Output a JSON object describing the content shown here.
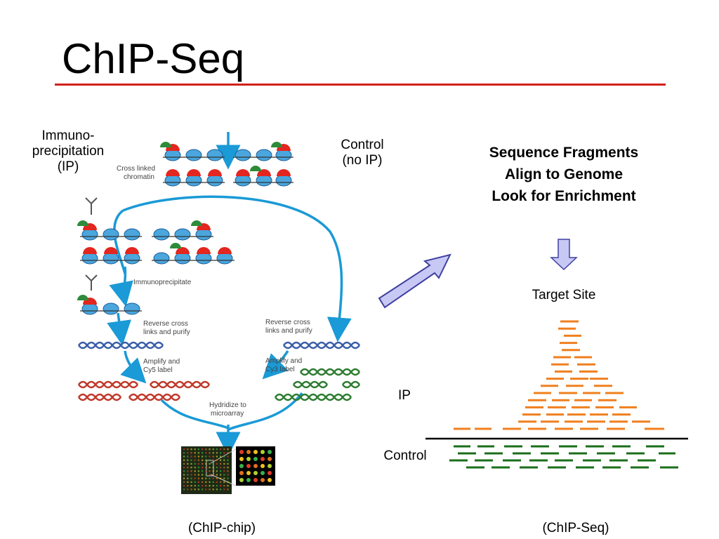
{
  "slide": {
    "title": "ChIP-Seq"
  },
  "left_diagram": {
    "ip_label_lines": [
      "Immuno-",
      "precipitation",
      "(IP)"
    ],
    "control_label_lines": [
      "Control",
      "(no IP)"
    ],
    "steps": {
      "cross_linked_lines": [
        "Cross linked",
        "chromatin"
      ],
      "immunoprecipitate": "Immunoprecipitate",
      "reverse_left_lines": [
        "Reverse cross",
        "links and purify"
      ],
      "reverse_right_lines": [
        "Reverse cross",
        "links and purify"
      ],
      "amplify_left_lines": [
        "Amplify and",
        "Cy5 label"
      ],
      "amplify_right_lines": [
        "Amplify and",
        "Cy3 label"
      ],
      "hybridize_lines": [
        "Hydridize to",
        "microarray"
      ]
    },
    "caption": "(ChIP-chip)"
  },
  "right_diagram": {
    "heading_lines": [
      "Sequence Fragments",
      "Align to Genome",
      "Look for Enrichment"
    ],
    "target_site": "Target Site",
    "ip_label": "IP",
    "control_label": "Control",
    "caption": "(ChIP-Seq)"
  },
  "colors": {
    "title_rule": "#d0201a",
    "flow_arrow": "#1a9ad6",
    "ip_fragments": "#f07f1e",
    "control_fragments": "#1a6e1a",
    "block_arrow_fill": "#c8c8f5",
    "block_arrow_stroke": "#4040a0",
    "cy5_dna": "#c0392b",
    "cy3_dna": "#2e7d32",
    "plain_dna": "#3b5fa8"
  }
}
